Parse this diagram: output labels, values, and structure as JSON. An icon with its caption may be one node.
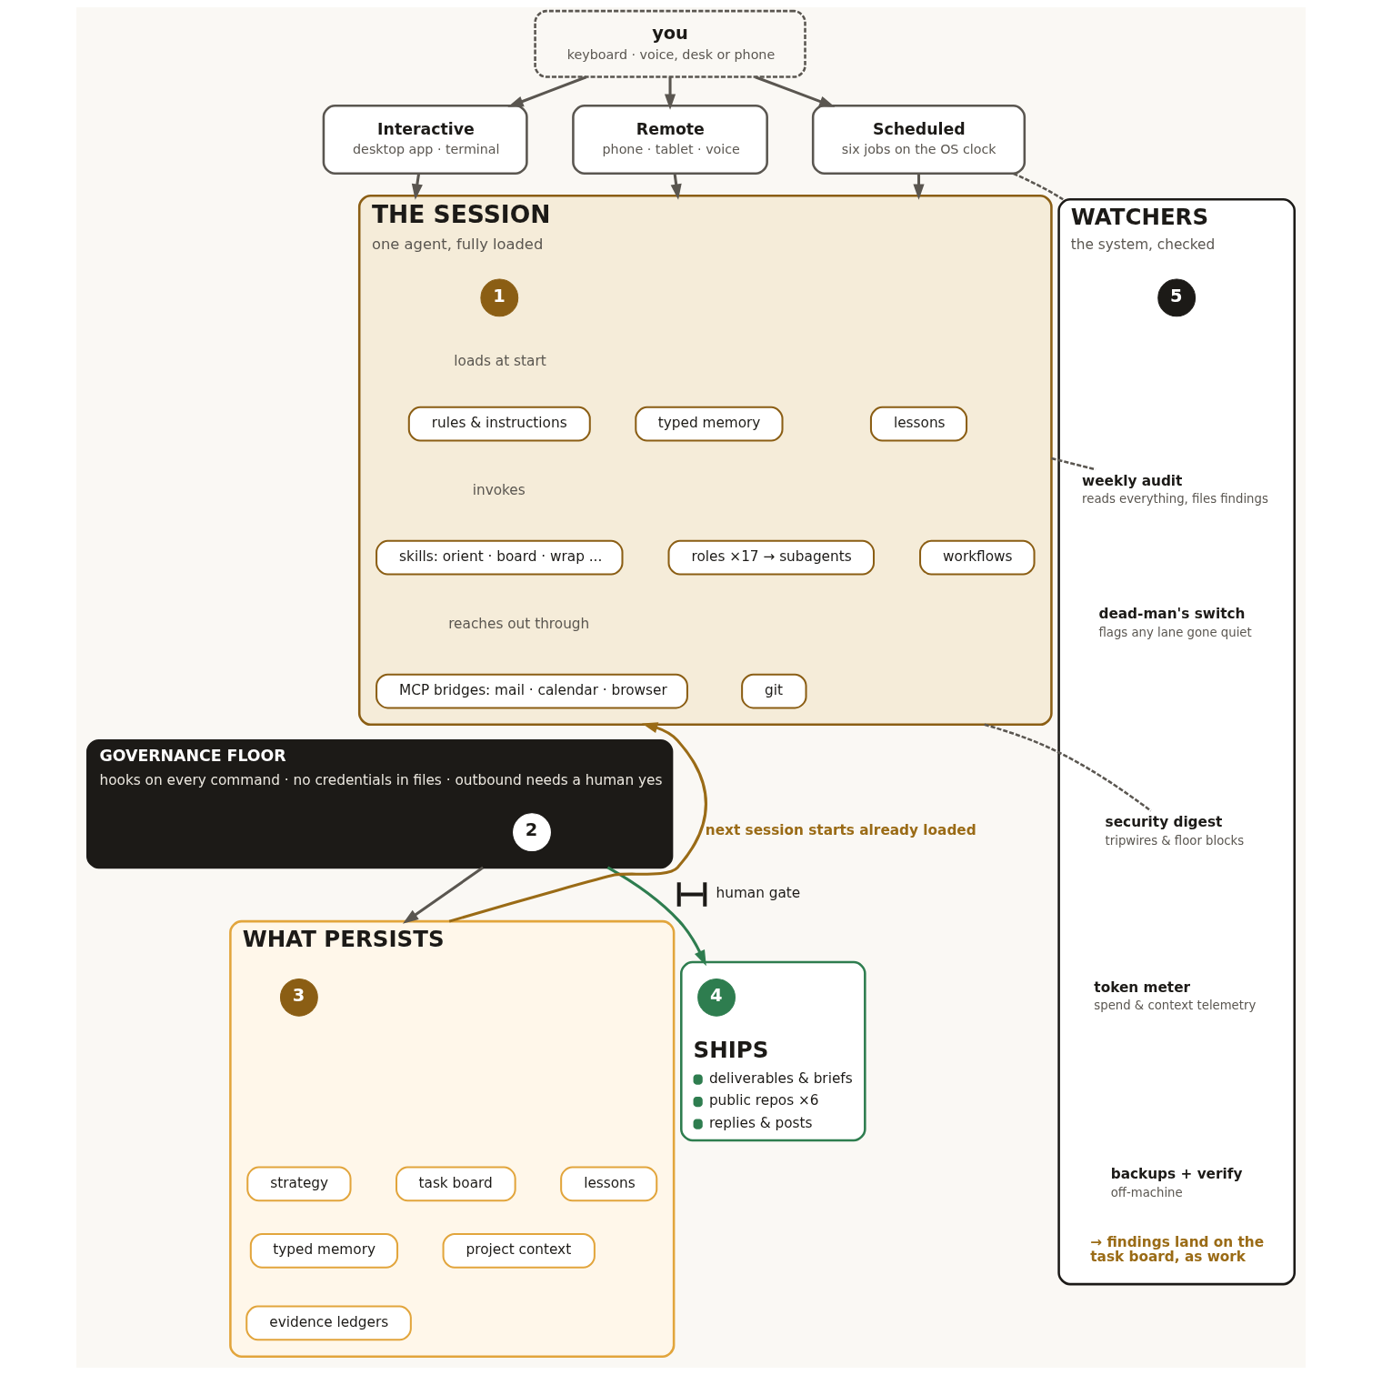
{
  "diagram": {
    "nodes": [
      {
        "text": [
          "you",
          "keyboard · voice, desk or phone"
        ]
      },
      {
        "text": [
          "Interactive",
          "desktop app · terminal"
        ]
      },
      {
        "text": [
          "Remote",
          "phone · tablet · voice"
        ]
      },
      {
        "text": [
          "Scheduled",
          "six jobs on the OS clock"
        ]
      },
      {
        "text": [
          "THE SESSION",
          "one agent, fully loaded"
        ]
      },
      {
        "text": [
          "1"
        ],
        "in": 4
      },
      {
        "text": [
          "rules & instructions"
        ],
        "in": 4
      },
      {
        "text": [
          "typed memory"
        ],
        "in": 4
      },
      {
        "text": [
          "lessons"
        ],
        "in": 4
      },
      {
        "text": [
          "skills: orient · board · wrap ..."
        ],
        "in": 4
      },
      {
        "text": [
          "roles ×17 → subagents"
        ],
        "in": 4
      },
      {
        "text": [
          "workflows"
        ],
        "in": 4
      },
      {
        "text": [
          "MCP bridges: mail · calendar · browser"
        ],
        "in": 4
      },
      {
        "text": [
          "git"
        ],
        "in": 4
      },
      {
        "text": [
          "WATCHERS",
          "the system, checked"
        ]
      },
      {
        "text": [
          "5"
        ],
        "in": 14
      },
      {
        "text": [
          "weekly audit",
          "reads everything, files findings"
        ],
        "in": 14
      },
      {
        "text": [
          "dead-man's switch",
          "flags any lane gone quiet"
        ],
        "in": 14
      },
      {
        "text": [
          "security digest",
          "tripwires & floor blocks"
        ],
        "in": 14
      },
      {
        "text": [
          "token meter",
          "spend & context telemetry"
        ],
        "in": 14
      },
      {
        "text": [
          "backups + verify",
          "off-machine"
        ],
        "in": 14
      },
      {
        "text": [
          "GOVERNANCE FLOOR",
          "hooks on every command · no credentials in files · outbound needs a human yes"
        ]
      },
      {
        "text": [
          "2"
        ],
        "in": 21
      },
      {
        "text": [
          "WHAT PERSISTS"
        ]
      },
      {
        "text": [
          "3"
        ],
        "in": 23
      },
      {
        "text": [
          "strategy"
        ],
        "in": 23
      },
      {
        "text": [
          "task board"
        ],
        "in": 23
      },
      {
        "text": [
          "lessons"
        ],
        "in": 23
      },
      {
        "text": [
          "typed memory"
        ],
        "in": 23
      },
      {
        "text": [
          "project context"
        ],
        "in": 23
      },
      {
        "text": [
          "evidence ledgers"
        ],
        "in": 23
      },
      {
        "text": [
          "SHIPS",
          "deliverables & briefs",
          "public repos ×6",
          "replies & posts"
        ]
      },
      {
        "text": [
          "4"
        ],
        "in": 31
      }
    ],
    "edges": [
      {
        "from": 0,
        "to": 1,
        "arrow": "to"
      },
      {
        "from": 0,
        "to": 2,
        "arrow": "to"
      },
      {
        "from": 0,
        "to": 3,
        "arrow": "to"
      },
      {
        "from": 1,
        "to": 4,
        "arrow": "to"
      },
      {
        "from": 2,
        "to": 4,
        "arrow": "to"
      },
      {
        "from": 3,
        "to": 4,
        "arrow": "to"
      },
      {
        "from": 3,
        "to": 14,
        "arrow": "none",
        "style": "dashed"
      },
      {
        "from": 4,
        "to": 16,
        "arrow": "none",
        "style": "dashed"
      },
      {
        "from": 4,
        "to": 18,
        "arrow": "none",
        "style": "dashed"
      },
      {
        "from": 21,
        "to": 23,
        "arrow": "to"
      },
      {
        "from": 21,
        "to": 31,
        "arrow": "to",
        "label": "human gate",
        "color": "#2e7d4f"
      },
      {
        "from": 23,
        "to": 4,
        "arrow": "to",
        "label": "next session starts already loaded",
        "color": "#9a6b16"
      }
    ],
    "labels": [
      "loads at start",
      "invokes",
      "reaches out through",
      "→ findings land on the task board, as work"
    ]
  }
}
